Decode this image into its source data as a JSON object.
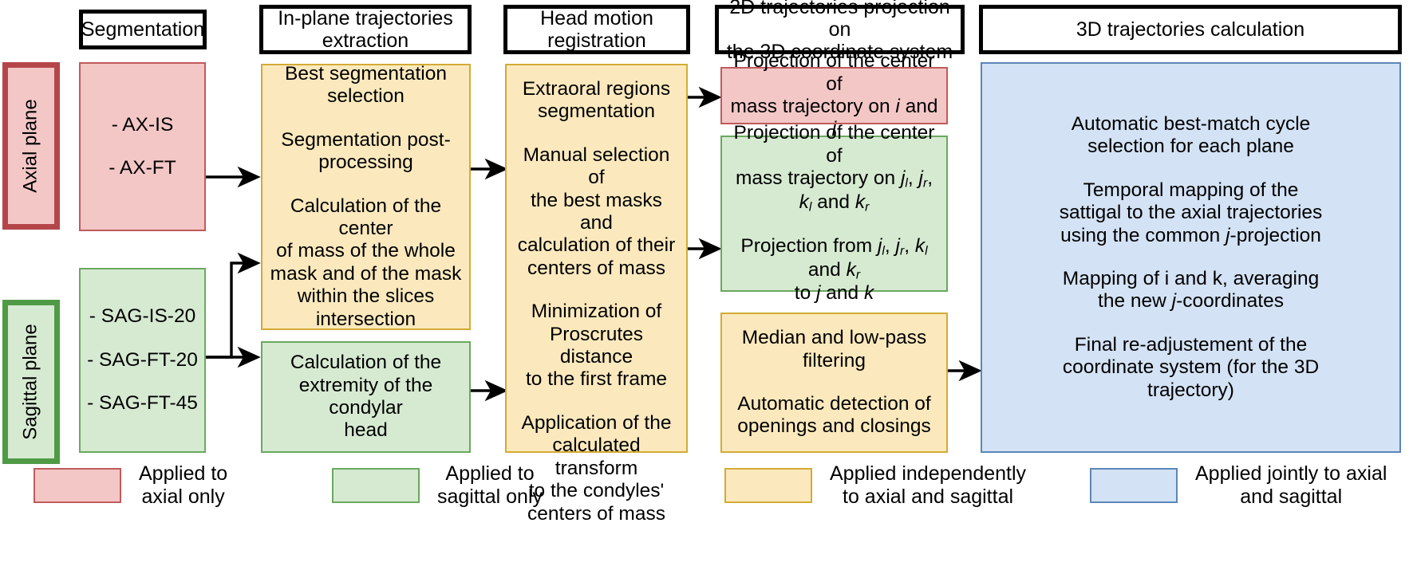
{
  "stages": [
    {
      "id": "segmentation",
      "label": "Segmentation"
    },
    {
      "id": "in-plane-extraction",
      "label": "In-plane trajectories\nextraction"
    },
    {
      "id": "head-motion",
      "label": "Head motion\nregistration"
    },
    {
      "id": "2d-projection",
      "label": "2D trajectories projection on\nthe 3D coordinate system"
    },
    {
      "id": "3d-calculation",
      "label": "3D trajectories calculation"
    }
  ],
  "planes": [
    {
      "id": "axial",
      "label": "Axial plane",
      "color": "#f4c7c7",
      "border": "#b4464a"
    },
    {
      "id": "sagittal",
      "label": "Sagittal plane",
      "color": "#d6ead2",
      "border": "#4f9b45"
    }
  ],
  "nodes": {
    "segmentation_axial": {
      "paragraphs": [
        "- AX-IS",
        "- AX-FT"
      ],
      "fill": "red"
    },
    "segmentation_sagittal": {
      "paragraphs": [
        "- SAG-IS-20",
        "- SAG-FT-20",
        "- SAG-FT-45"
      ],
      "fill": "green"
    },
    "inplane_yellow": {
      "paragraphs": [
        "Best segmentation\nselection",
        "Segmentation post-\nprocessing",
        "Calculation of the center\nof mass of the whole\nmask and of the mask\nwithin the slices\nintersection"
      ],
      "fill": "yellow"
    },
    "inplane_green": {
      "paragraphs": [
        "Calculation of the\nextremity of the condylar\nhead"
      ],
      "fill": "green"
    },
    "headmotion_yellow": {
      "paragraphs": [
        "Extraoral regions\nsegmentation",
        "Manual selection of\nthe best masks and\ncalculation of their\ncenters of mass",
        "Minimization of\nProscrutes distance\nto the first frame",
        "Application of the\ncalculated transform\nto the condyles'\ncenters of mass"
      ],
      "fill": "yellow"
    },
    "projection_red": {
      "paragraphs": [
        "Projection of the center of\nmass trajectory on i and j"
      ],
      "fill": "red"
    },
    "projection_green": {
      "paragraphs": [
        "Projection of the center of\nmass trajectory on jl, jr,\nkl and kr",
        "Projection from jl, jr, kl and kr\nto j and k"
      ],
      "fill": "green"
    },
    "projection_yellow": {
      "paragraphs": [
        "Median and low-pass\nfiltering",
        "Automatic detection of\nopenings and closings"
      ],
      "fill": "yellow"
    },
    "calculation_blue": {
      "paragraphs": [
        "Automatic best-match cycle\nselection for each plane",
        "Temporal mapping of the\nsattigal to the axial trajectories\nusing the common j-projection",
        "Mapping of i and k, averaging\nthe new j-coordinates",
        "Final re-adjustement of the\ncoordinate system (for the 3D\ntrajectory)"
      ],
      "fill": "blue"
    }
  },
  "legend": [
    {
      "id": "axial-only",
      "text": "Applied to\naxial only",
      "fill": "#f4c7c7",
      "border": "#c05a5c"
    },
    {
      "id": "sagittal-only",
      "text": "Applied to\nsagittal only",
      "fill": "#d6ead2",
      "border": "#6aa85e"
    },
    {
      "id": "independently",
      "text": "Applied independently\nto axial and sagittal",
      "fill": "#fbe9bd",
      "border": "#d3ab34"
    },
    {
      "id": "jointly",
      "text": "Applied jointly to axial\nand sagittal",
      "fill": "#d3e2f4",
      "border": "#5c86b8"
    }
  ],
  "colors": {
    "red_fill": "#f4c7c7",
    "red_border": "#c05a5c",
    "green_fill": "#d6ead2",
    "green_border": "#6aa85e",
    "yellow_fill": "#fbe9bd",
    "yellow_border": "#d3ab34",
    "blue_fill": "#d3e2f4",
    "blue_border": "#5c86b8",
    "arrow": "#000000",
    "background": "#ffffff"
  }
}
